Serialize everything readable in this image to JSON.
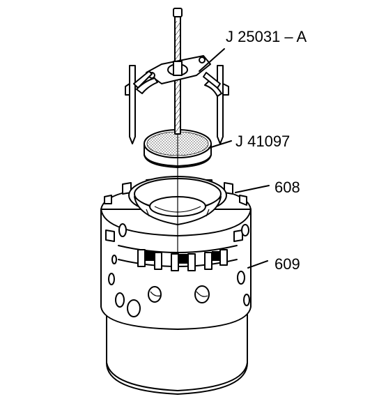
{
  "callouts": {
    "puller": "J 25031 – A",
    "adapter": "J 41097",
    "part_608": "608",
    "part_609": "609"
  }
}
